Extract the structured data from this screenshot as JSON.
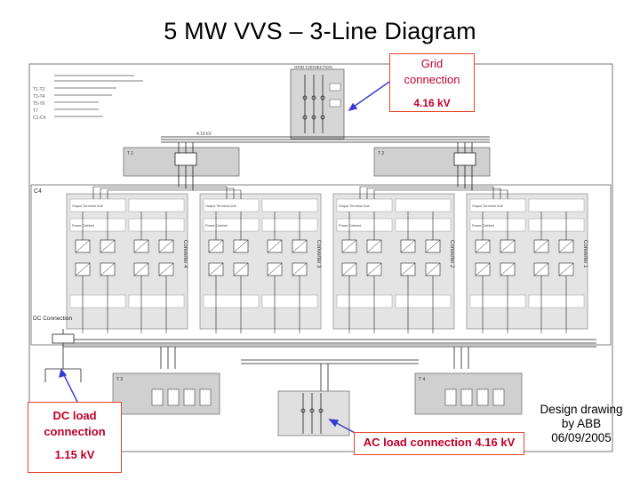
{
  "slide": {
    "title": "5 MW VVS – 3-Line Diagram"
  },
  "callouts": {
    "grid": {
      "line1": "Grid",
      "line2": "connection",
      "voltage": "4.16 kV"
    },
    "dc_load": {
      "line1": "DC load",
      "line2": "connection",
      "voltage": "1.15 kV"
    },
    "ac_load": {
      "text": "AC load connection 4.16 kV"
    }
  },
  "credit": {
    "line1": "Design drawing",
    "line2": "by ABB",
    "line3": "06/09/2005"
  },
  "colors": {
    "callout_border": "#e8442a",
    "callout_text": "#c0002a",
    "arrow": "#3a3ad0"
  },
  "schematic": {
    "legend": [
      "T1-T2",
      "T3-T4",
      "T5-T6",
      "T7",
      "C1-C4"
    ],
    "grid_box_label": "GRID CONNECTION",
    "busbar_label": "4.16 kV",
    "section_label": "C4",
    "dc_label": "DC Connection",
    "converters": [
      "Converter 4",
      "Converter 3",
      "Converter 2",
      "Converter 1"
    ],
    "panel_labels": [
      "Power Cabinet",
      "Output Terminal Unit"
    ],
    "transformer_labels": [
      "T 1",
      "T 2",
      "T 3",
      "T 4"
    ]
  }
}
